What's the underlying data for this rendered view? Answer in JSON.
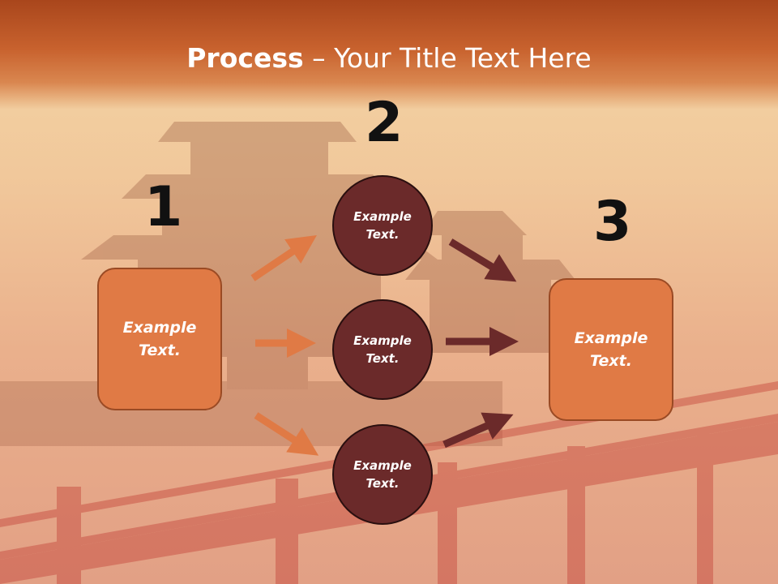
{
  "title": {
    "bold": "Process",
    "rest": " – Your Title Text Here"
  },
  "steps": {
    "one": {
      "number": "1",
      "text": "Example Text."
    },
    "two": {
      "number": "2"
    },
    "three": {
      "number": "3",
      "text": "Example Text."
    }
  },
  "circles": [
    {
      "text": "Example Text."
    },
    {
      "text": "Example Text."
    },
    {
      "text": "Example Text."
    }
  ],
  "colors": {
    "header": "#c8622e",
    "box_fill": "#e07a45",
    "circle_fill": "#6b2a2a",
    "arrow_orange": "#e07a45",
    "arrow_dark": "#6b2a2a"
  }
}
